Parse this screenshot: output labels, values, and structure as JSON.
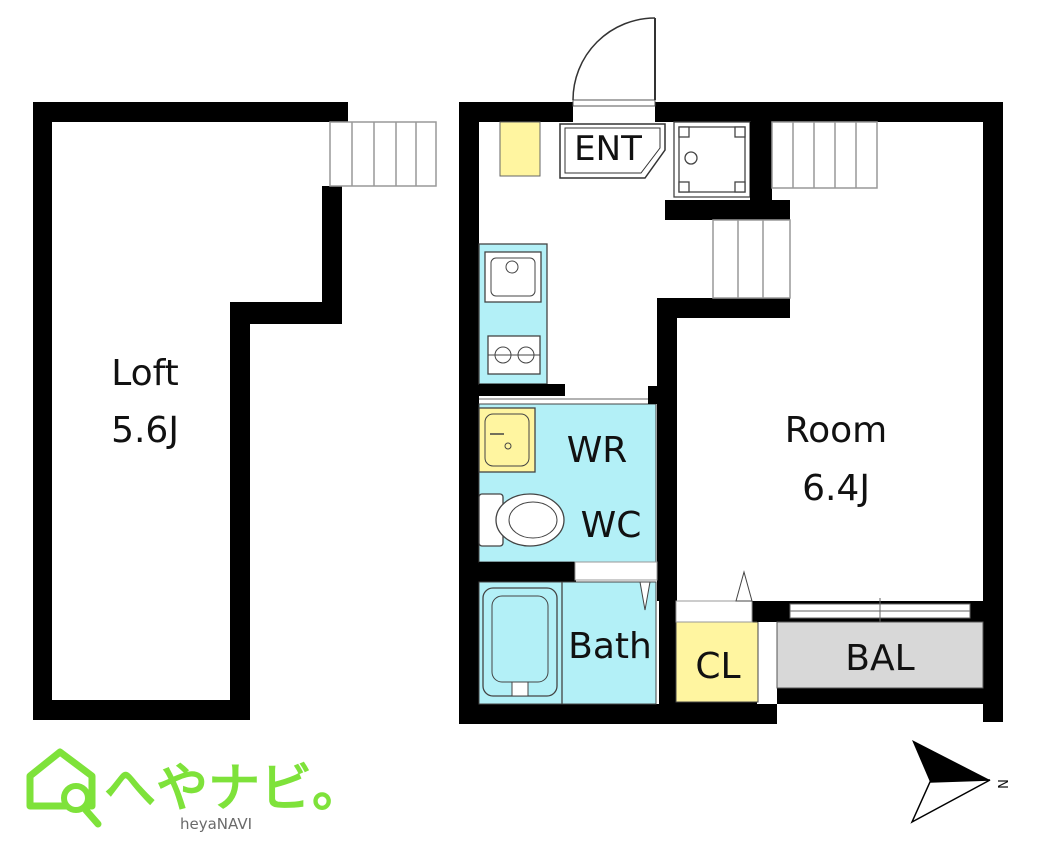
{
  "plan": {
    "loft": {
      "name": "Loft",
      "size": "5.6J"
    },
    "room": {
      "name": "Room",
      "size": "6.4J"
    },
    "entrance": "ENT",
    "washroom": "WR",
    "toilet": "WC",
    "bath": "Bath",
    "closet": "CL",
    "balcony": "BAL"
  },
  "colors": {
    "wall": "#000000",
    "wet_area": "#b3f0f7",
    "storage": "#fff5a0",
    "balcony": "#d8d8d8",
    "brand": "#7ee23a"
  },
  "brand": {
    "logo_text": "へやナビ。",
    "sub_text": "heyaNAVI"
  },
  "compass": {
    "label": "N"
  }
}
